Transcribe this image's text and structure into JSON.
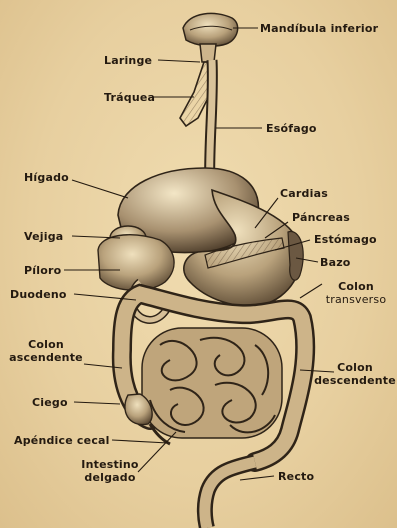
{
  "diagram": {
    "labels": {
      "mandibula": "Mandíbula inferior",
      "laringe": "Laringe",
      "traquea": "Tráquea",
      "esofago": "Esófago",
      "higado": "Hígado",
      "cardias": "Cardias",
      "pancreas": "Páncreas",
      "vejiga": "Vejiga",
      "estomago": "Estómago",
      "piloro": "Píloro",
      "bazo": "Bazo",
      "duodeno": "Duodeno",
      "colon_transverso_1": "Colon",
      "colon_transverso_2": "transverso",
      "colon_ascendente_1": "Colon",
      "colon_ascendente_2": "ascendente",
      "colon_descendente_1": "Colon",
      "colon_descendente_2": "descendente",
      "ciego": "Ciego",
      "apendice": "Apéndice cecal",
      "intestino_1": "Intestino",
      "intestino_2": "delgado",
      "recto": "Recto"
    }
  }
}
